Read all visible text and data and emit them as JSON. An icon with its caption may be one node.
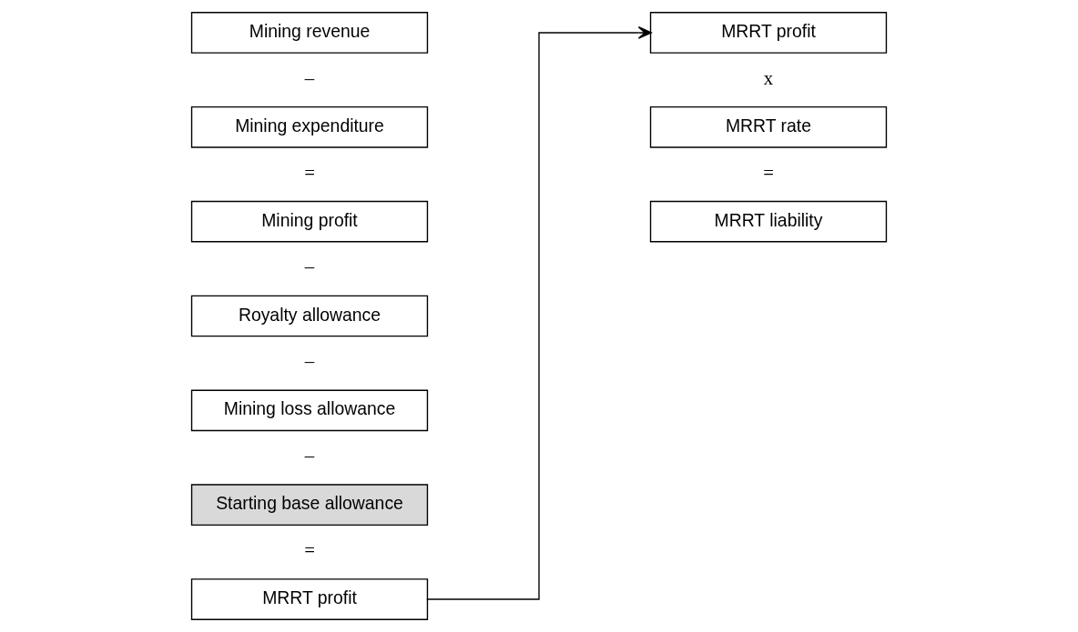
{
  "diagram": {
    "nodes": [
      {
        "text": [
          "Mining revenue"
        ]
      },
      {
        "text": [
          "Mining expenditure"
        ]
      },
      {
        "text": [
          "Mining profit"
        ]
      },
      {
        "text": [
          "Royalty allowance"
        ]
      },
      {
        "text": [
          "Mining loss allowance"
        ]
      },
      {
        "text": [
          "Starting base allowance"
        ]
      },
      {
        "text": [
          "MRRT profit"
        ]
      },
      {
        "text": [
          "MRRT profit"
        ]
      },
      {
        "text": [
          "MRRT rate"
        ]
      },
      {
        "text": [
          "MRRT liability"
        ]
      }
    ],
    "edges": [
      {
        "from": 6,
        "to": 7,
        "arrow": "to"
      }
    ],
    "labels": [
      "–",
      "=",
      "–",
      "–",
      "–",
      "=",
      "x",
      "="
    ]
  }
}
